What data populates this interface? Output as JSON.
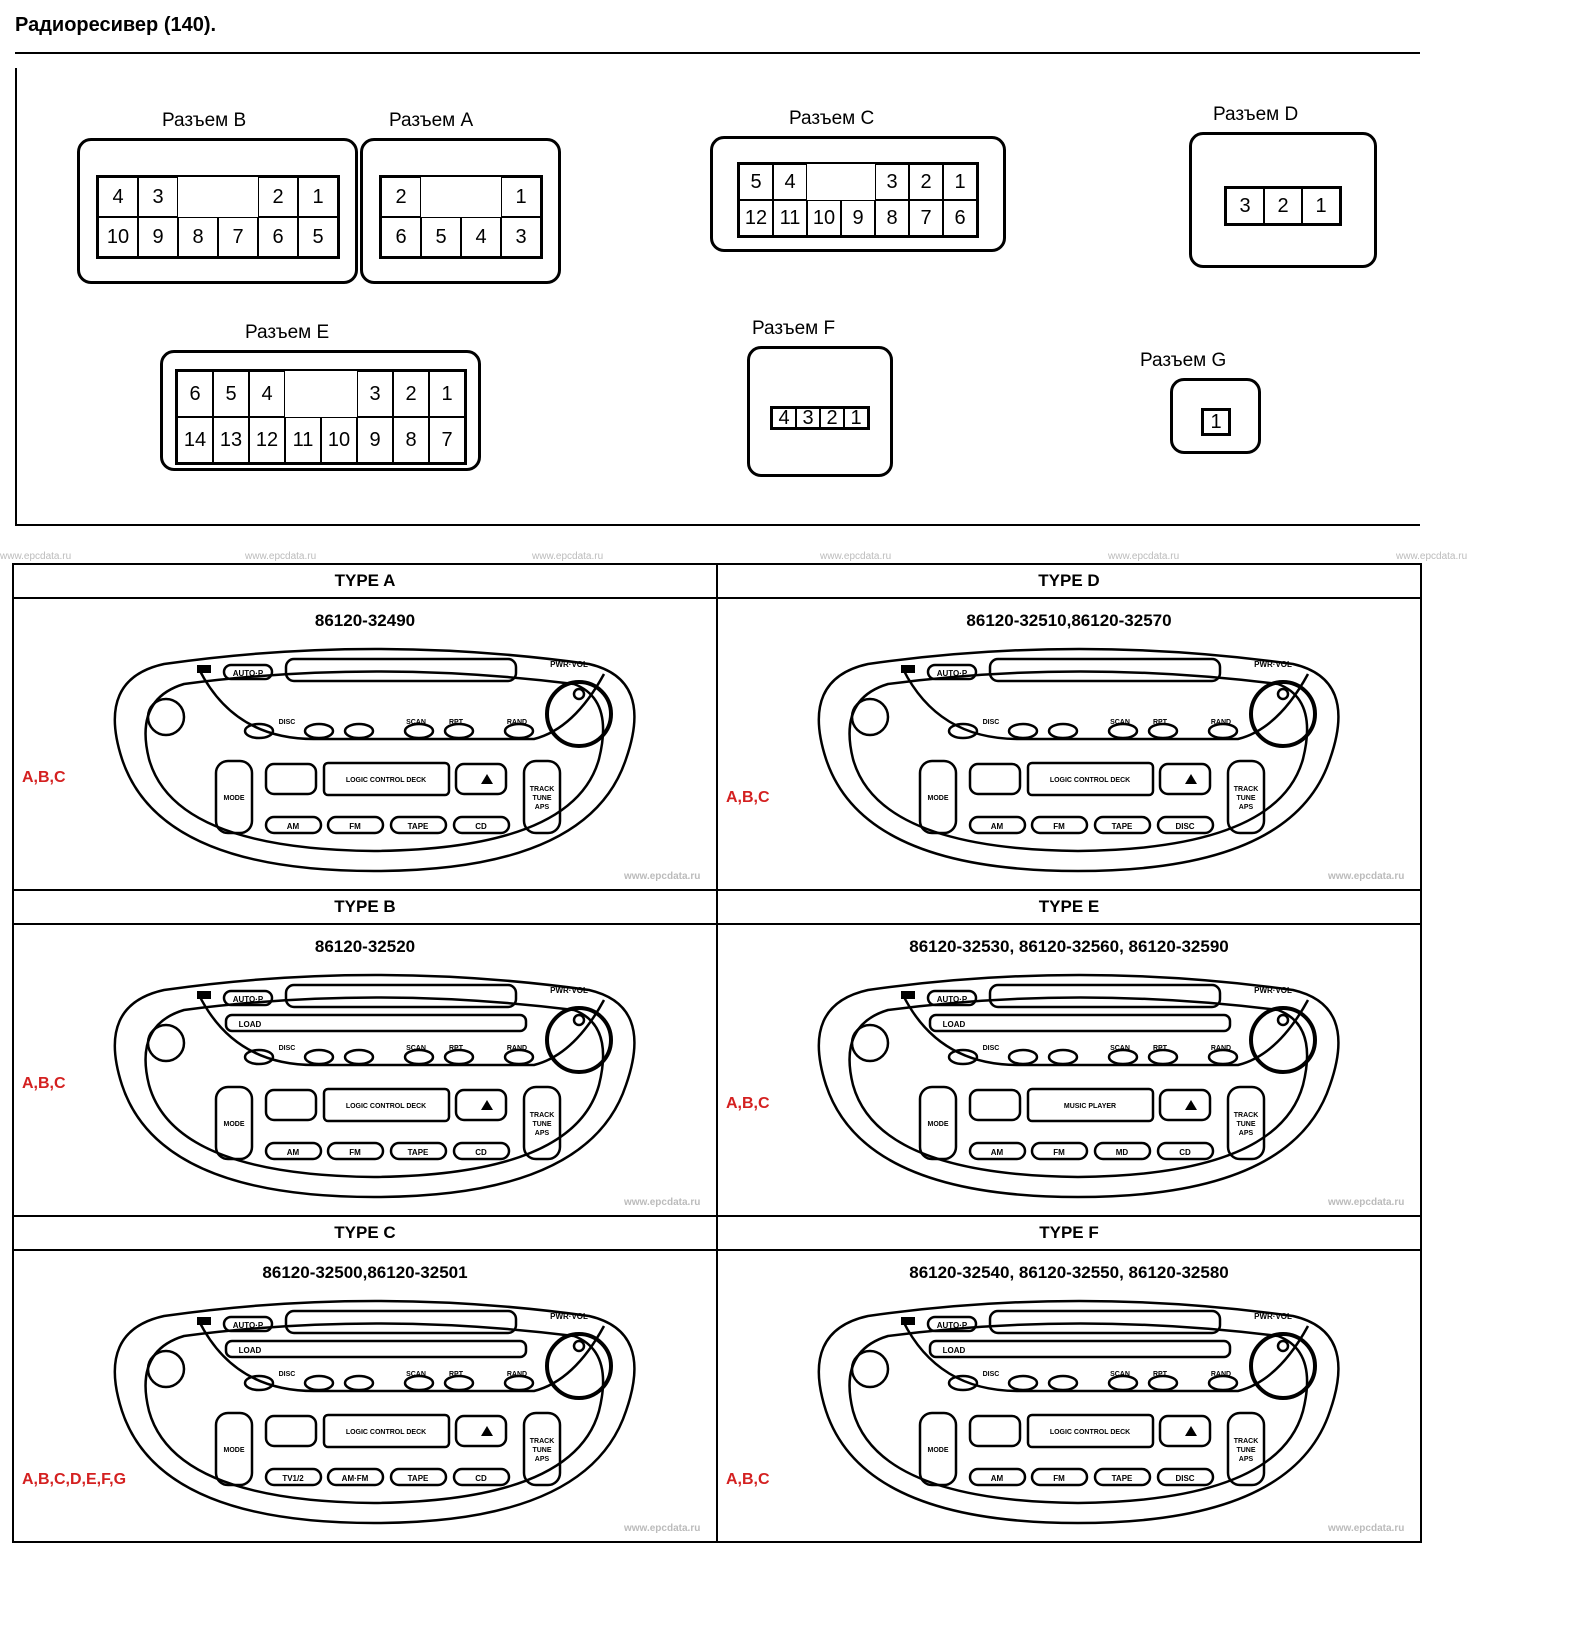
{
  "title": "Радиоресивер (140).",
  "connectors": [
    {
      "name": "Разъем B",
      "rows": [
        [
          "4",
          "3",
          null,
          null,
          "2",
          "1"
        ],
        [
          "10",
          "9",
          "8",
          "7",
          "6",
          "5"
        ]
      ]
    },
    {
      "name": "Разъем A",
      "rows": [
        [
          "2",
          null,
          null,
          "1"
        ],
        [
          "6",
          "5",
          "4",
          "3"
        ]
      ]
    },
    {
      "name": "Разъем C",
      "rows": [
        [
          "5",
          "4",
          null,
          null,
          "3",
          "2",
          "1"
        ],
        [
          "12",
          "11",
          "10",
          "9",
          "8",
          "7",
          "6"
        ]
      ]
    },
    {
      "name": "Разъем D",
      "rows": [
        [
          "3",
          "2",
          "1"
        ]
      ]
    },
    {
      "name": "Разъем E",
      "rows": [
        [
          "6",
          "5",
          "4",
          null,
          null,
          "3",
          "2",
          "1"
        ],
        [
          "14",
          "13",
          "12",
          "11",
          "10",
          "9",
          "8",
          "7"
        ]
      ]
    },
    {
      "name": "Разъем F",
      "rows": [
        [
          "4",
          "3",
          "2",
          "1"
        ]
      ]
    },
    {
      "name": "Разъем G",
      "rows": [
        [
          "1"
        ]
      ]
    }
  ],
  "watermark": "www.epcdata.ru",
  "common": {
    "auto_p": "AUTO·P",
    "pwr_vol": "PWR·VOL",
    "disc": "DISC",
    "scan": "SCAN",
    "rpt": "RPT",
    "rand": "RAND",
    "mode": "MODE",
    "track": "TRACK",
    "tune": "TUNE",
    "aps": "APS",
    "load": "LOAD"
  },
  "types": [
    {
      "type": "TYPE A",
      "parts": "86120-32490",
      "compat": "A,B,C",
      "deck": "LOGIC CONTROL DECK",
      "load": false,
      "buttons": [
        "AM",
        "FM",
        "TAPE",
        "CD"
      ]
    },
    {
      "type": "TYPE D",
      "parts": "86120-32510,86120-32570",
      "compat": "A,B,C",
      "deck": "LOGIC CONTROL DECK",
      "load": false,
      "buttons": [
        "AM",
        "FM",
        "TAPE",
        "DISC"
      ]
    },
    {
      "type": "TYPE B",
      "parts": "86120-32520",
      "compat": "A,B,C",
      "deck": "LOGIC CONTROL DECK",
      "load": true,
      "buttons": [
        "AM",
        "FM",
        "TAPE",
        "CD"
      ]
    },
    {
      "type": "TYPE E",
      "parts": "86120-32530, 86120-32560, 86120-32590",
      "compat": "A,B,C",
      "deck": "MUSIC PLAYER",
      "load": true,
      "buttons": [
        "AM",
        "FM",
        "MD",
        "CD"
      ]
    },
    {
      "type": "TYPE C",
      "parts": "86120-32500,86120-32501",
      "compat": "A,B,C,D,E,F,G",
      "deck": "LOGIC CONTROL DECK",
      "load": true,
      "buttons": [
        "TV1/2",
        "AM·FM",
        "TAPE",
        "CD"
      ]
    },
    {
      "type": "TYPE F",
      "parts": "86120-32540, 86120-32550, 86120-32580",
      "compat": "A,B,C",
      "deck": "LOGIC CONTROL DECK",
      "load": true,
      "buttons": [
        "AM",
        "FM",
        "TAPE",
        "DISC"
      ]
    }
  ]
}
